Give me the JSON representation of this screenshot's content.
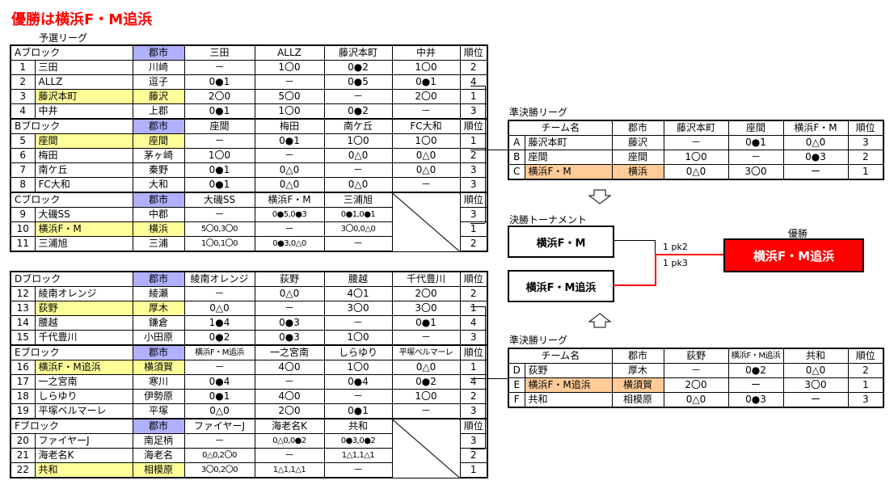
{
  "title": "優勝は横浜F・M追浜",
  "prelim_label": "予選リーグ",
  "block_a": {
    "header": [
      "Aブロック",
      "郡市",
      "三田",
      "ALLZ",
      "藤沢本町",
      "中井",
      "順位"
    ],
    "rows": [
      [
        "1",
        "三田",
        "川崎",
        "－",
        "1〇0",
        "0●2",
        "1〇0",
        "2"
      ],
      [
        "2",
        "ALLZ",
        "逗子",
        "0●1",
        "－",
        "0●5",
        "0●1",
        "4"
      ],
      [
        "3",
        "藤沢本町",
        "藤沢",
        "2〇0",
        "5〇0",
        "－",
        "2〇0",
        "1"
      ],
      [
        "4",
        "中井",
        "上郡",
        "0●1",
        "1〇0",
        "0●2",
        "－",
        "3"
      ]
    ]
  },
  "block_b": {
    "header": [
      "Bブロック",
      "郡市",
      "座間",
      "梅田",
      "南ケ丘",
      "FC大和",
      "順位"
    ],
    "rows": [
      [
        "5",
        "座間",
        "座間",
        "－",
        "0●1",
        "1〇0",
        "1〇0",
        "1"
      ],
      [
        "6",
        "梅田",
        "茅ヶ崎",
        "1〇0",
        "－",
        "0△0",
        "0△0",
        "2"
      ],
      [
        "7",
        "南ケ丘",
        "秦野",
        "0●1",
        "0△0",
        "－",
        "0△0",
        "3"
      ],
      [
        "8",
        "FC大和",
        "大和",
        "0●1",
        "0△0",
        "0△0",
        "－",
        "3"
      ]
    ]
  },
  "block_c": {
    "header": [
      "Cブロック",
      "郡市",
      "大磯SS",
      "横浜F・M",
      "三浦旭",
      "",
      "順位"
    ],
    "rows": [
      [
        "9",
        "大磯SS",
        "中郡",
        "－",
        "0●5,0●3",
        "0●1,0●1",
        "",
        "3"
      ],
      [
        "10",
        "横浜F・M",
        "横浜",
        "5〇0,3〇0",
        "－",
        "3〇0,0△0",
        "",
        "1"
      ],
      [
        "11",
        "三浦旭",
        "三浦",
        "1〇0,1〇0",
        "0●3,0△0",
        "－",
        "",
        "2"
      ]
    ]
  },
  "block_d": {
    "header": [
      "Dブロック",
      "郡市",
      "綾南オレンジ",
      "荻野",
      "腰越",
      "千代豊川",
      "順位"
    ],
    "rows": [
      [
        "12",
        "綾南オレンジ",
        "綾瀬",
        "－",
        "0△0",
        "4〇1",
        "2〇0",
        "2"
      ],
      [
        "13",
        "荻野",
        "厚木",
        "0△0",
        "－",
        "3〇0",
        "3〇0",
        "1"
      ],
      [
        "14",
        "腰越",
        "鎌倉",
        "1●4",
        "0●3",
        "－",
        "0●1",
        "4"
      ],
      [
        "15",
        "千代豊川",
        "小田原",
        "0●2",
        "0●3",
        "1〇0",
        "－",
        "3"
      ]
    ]
  },
  "block_e": {
    "header": [
      "Eブロック",
      "郡市",
      "横浜F・M追浜",
      "一之宮南",
      "しらゆり",
      "平塚ベルマーレ",
      "順位"
    ],
    "rows": [
      [
        "16",
        "横浜F・M追浜",
        "横須賀",
        "－",
        "4〇0",
        "1〇0",
        "0△0",
        "1"
      ],
      [
        "17",
        "一之宮南",
        "寒川",
        "0●4",
        "－",
        "0●4",
        "0●2",
        "4"
      ],
      [
        "18",
        "しらゆり",
        "伊勢原",
        "0●1",
        "4〇0",
        "－",
        "1〇0",
        "2"
      ],
      [
        "19",
        "平塚ベルマーレ",
        "平塚",
        "0△0",
        "2〇0",
        "0●1",
        "－",
        "3"
      ]
    ]
  },
  "block_f": {
    "header": [
      "Fブロック",
      "郡市",
      "ファイヤーJ",
      "海老名K",
      "共和",
      "",
      "順位"
    ],
    "rows": [
      [
        "20",
        "ファイヤーJ",
        "南足柄",
        "－",
        "0△0,0●2",
        "0●3,0●2",
        "",
        "3"
      ],
      [
        "21",
        "海老名K",
        "海老名",
        "0△0,2〇0",
        "－",
        "1△1,1△1",
        "",
        "2"
      ],
      [
        "22",
        "共和",
        "相模原",
        "3〇0,2〇0",
        "1△1,1△1",
        "－",
        "",
        "1"
      ]
    ]
  },
  "semi1": {
    "label": "準決勝リーグ",
    "header": [
      "チーム名",
      "郡市",
      "藤沢本町",
      "座間",
      "横浜F・M",
      "順位"
    ],
    "rows": [
      [
        "A",
        "藤沢本町",
        "藤沢",
        "－",
        "0●1",
        "0△0",
        "3"
      ],
      [
        "B",
        "座間",
        "座間",
        "1〇0",
        "－",
        "0●3",
        "2"
      ],
      [
        "C",
        "横浜F・M",
        "横浜",
        "0△0",
        "3〇0",
        "ー",
        "1"
      ]
    ]
  },
  "semi2": {
    "label": "準決勝リーグ",
    "header": [
      "チーム名",
      "郡市",
      "荻野",
      "横浜F・M追浜",
      "共和",
      "順位"
    ],
    "rows": [
      [
        "D",
        "荻野",
        "厚木",
        "－",
        "0●2",
        "0△0",
        "2"
      ],
      [
        "E",
        "横浜F・M追浜",
        "横須賀",
        "2〇0",
        "ー",
        "3〇0",
        "1"
      ],
      [
        "F",
        "共和",
        "相模原",
        "0△0",
        "0●3",
        "ー",
        "3"
      ]
    ]
  },
  "final": {
    "label": "決勝トーナメント",
    "team1": "横浜F・M",
    "team2": "横浜F・M追浜",
    "score1": "1 pk2",
    "score2": "1 pk3",
    "winner_label": "優勝",
    "winner": "横浜F・M追浜"
  },
  "colors": {
    "title": "#ff0000",
    "highlight": "#ffff99",
    "city_header": "#b0b0ff",
    "semi_highlight": "#ffcc99",
    "winner_bg": "#ff0000"
  }
}
